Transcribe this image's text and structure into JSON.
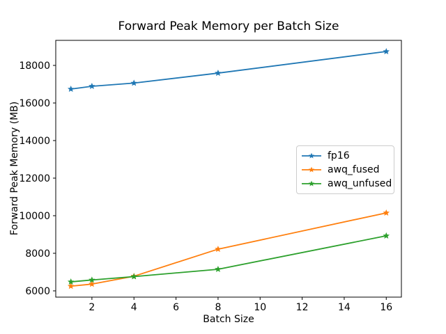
{
  "chart_data": {
    "type": "line",
    "title": "Forward Peak Memory per Batch Size",
    "xlabel": "Batch Size",
    "ylabel": "Forward Peak Memory (MB)",
    "x": [
      1,
      2,
      4,
      8,
      16
    ],
    "series": [
      {
        "name": "fp16",
        "color": "#1f77b4",
        "values": [
          16740,
          16890,
          17060,
          17590,
          18740
        ]
      },
      {
        "name": "awq_fused",
        "color": "#ff7f0e",
        "values": [
          6250,
          6360,
          6780,
          8220,
          10150
        ]
      },
      {
        "name": "awq_unfused",
        "color": "#2ca02c",
        "values": [
          6480,
          6580,
          6760,
          7150,
          8930
        ]
      }
    ],
    "marker": "star",
    "x_ticks": [
      2,
      4,
      6,
      8,
      10,
      12,
      14,
      16
    ],
    "y_ticks": [
      6000,
      8000,
      10000,
      12000,
      14000,
      16000,
      18000
    ],
    "xlim": [
      0.28,
      16.72
    ],
    "ylim": [
      5667,
      19333
    ],
    "grid": false,
    "legend_position": "center right"
  }
}
